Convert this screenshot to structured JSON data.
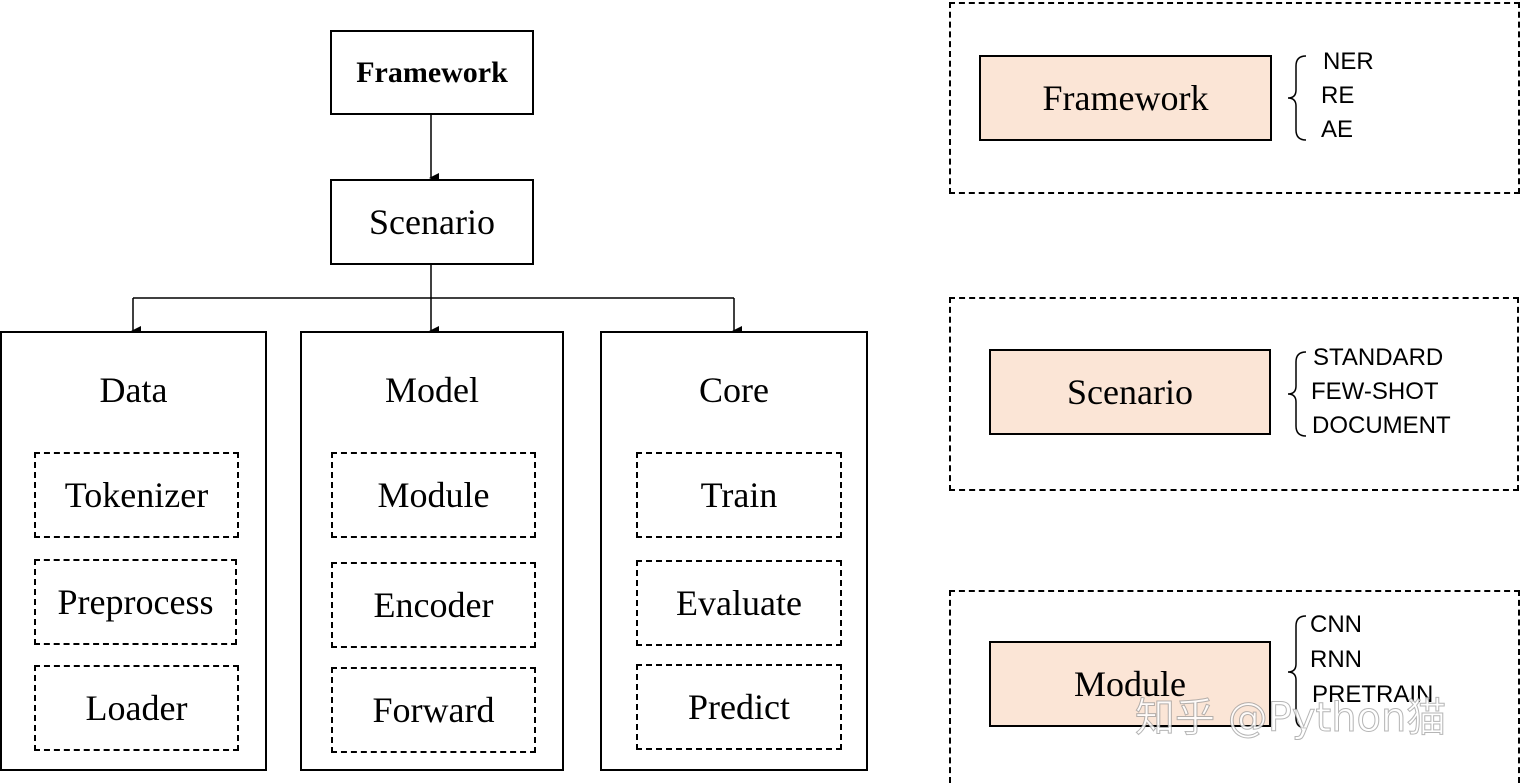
{
  "hierarchy": {
    "framework": "Framework",
    "scenario": "Scenario",
    "columns": [
      {
        "title": "Data",
        "items": [
          "Tokenizer",
          "Preprocess",
          "Loader"
        ]
      },
      {
        "title": "Model",
        "items": [
          "Module",
          "Encoder",
          "Forward"
        ]
      },
      {
        "title": "Core",
        "items": [
          "Train",
          "Evaluate",
          "Predict"
        ]
      }
    ]
  },
  "legend": [
    {
      "label": "Framework",
      "options": [
        "NER",
        "RE",
        "AE"
      ]
    },
    {
      "label": "Scenario",
      "options": [
        "STANDARD",
        "FEW-SHOT",
        "DOCUMENT"
      ]
    },
    {
      "label": "Module",
      "options": [
        "CNN",
        "RNN",
        "PRETRAIN"
      ]
    }
  ],
  "watermark": "知乎 @Python猫",
  "colors": {
    "legend_fill": "#fbe5d6",
    "stroke": "#000000"
  }
}
